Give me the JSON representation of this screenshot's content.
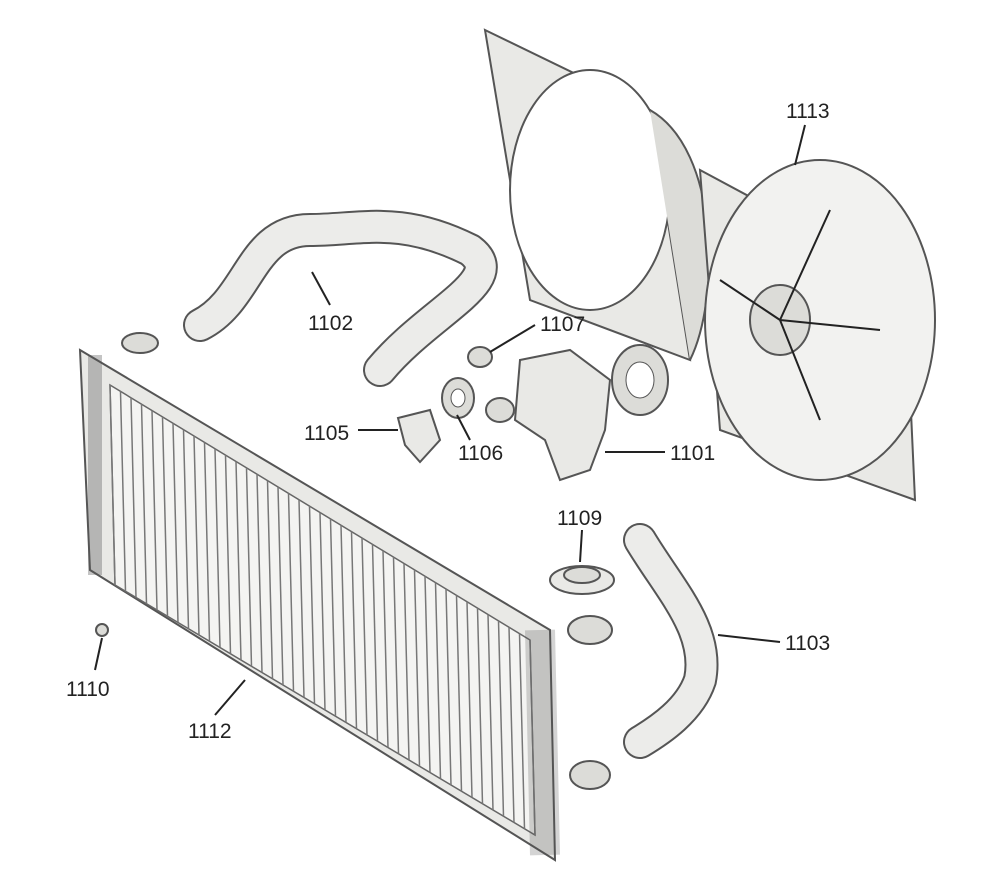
{
  "diagram": {
    "type": "exploded parts diagram",
    "labels": {
      "fan_assembly": "1113",
      "upper_hose": "1102",
      "part_1107": "1107",
      "thermostat_housing": "1105",
      "gasket": "1106",
      "water_pump": "1101",
      "radiator_cap": "1109",
      "lower_hose": "1103",
      "drain_plug": "1110",
      "radiator": "1112"
    }
  }
}
